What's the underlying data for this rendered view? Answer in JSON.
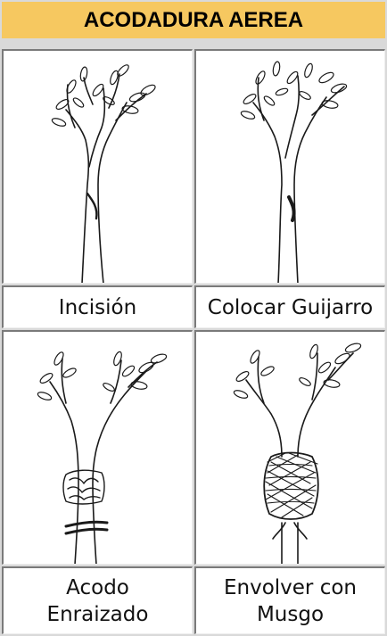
{
  "title": "ACODADURA AEREA",
  "colors": {
    "header": "#f6c860",
    "frame": "#d9d9d9",
    "ink": "#1a1a1a"
  },
  "cells": [
    {
      "image": "tree-incision-drawing",
      "caption": [
        "Incisión"
      ]
    },
    {
      "image": "tree-pebble-drawing",
      "caption": [
        "Colocar Guijarro"
      ]
    },
    {
      "image": "tree-rooted-layer-drawing",
      "caption": [
        "Acodo",
        "Enraizado"
      ]
    },
    {
      "image": "tree-moss-wrap-drawing",
      "caption": [
        "Envolver con",
        "Musgo"
      ]
    }
  ]
}
